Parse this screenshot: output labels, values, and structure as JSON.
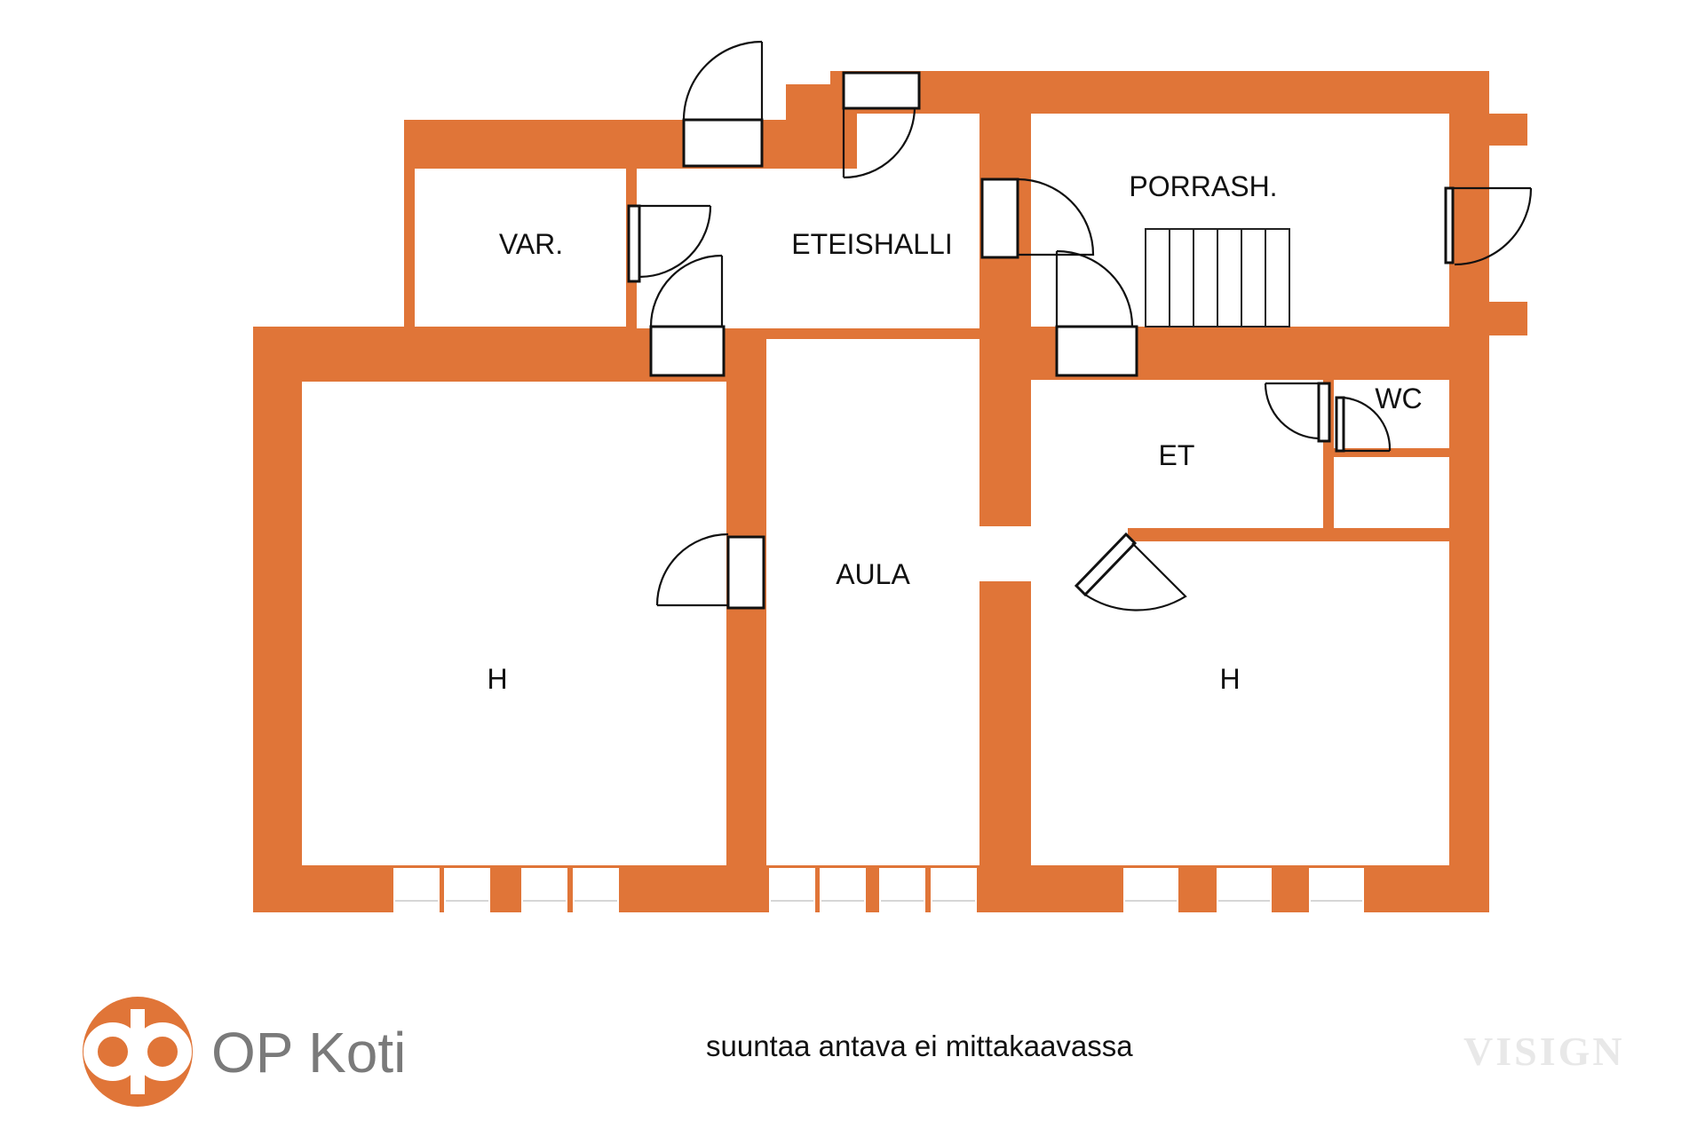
{
  "plan": {
    "wall_color": "#e07538",
    "rooms": {
      "var": "VAR.",
      "eteishalli": "ETEISHALLI",
      "porrash": "PORRASH.",
      "wc": "WC",
      "et": "ET",
      "aula": "AULA",
      "h_left": "H",
      "h_right": "H"
    }
  },
  "footer": {
    "logo_text": "OP Koti",
    "logo_icon": "op-logo-icon",
    "caption": "suuntaa antava ei mittakaavassa",
    "watermark": "VISIGN"
  }
}
